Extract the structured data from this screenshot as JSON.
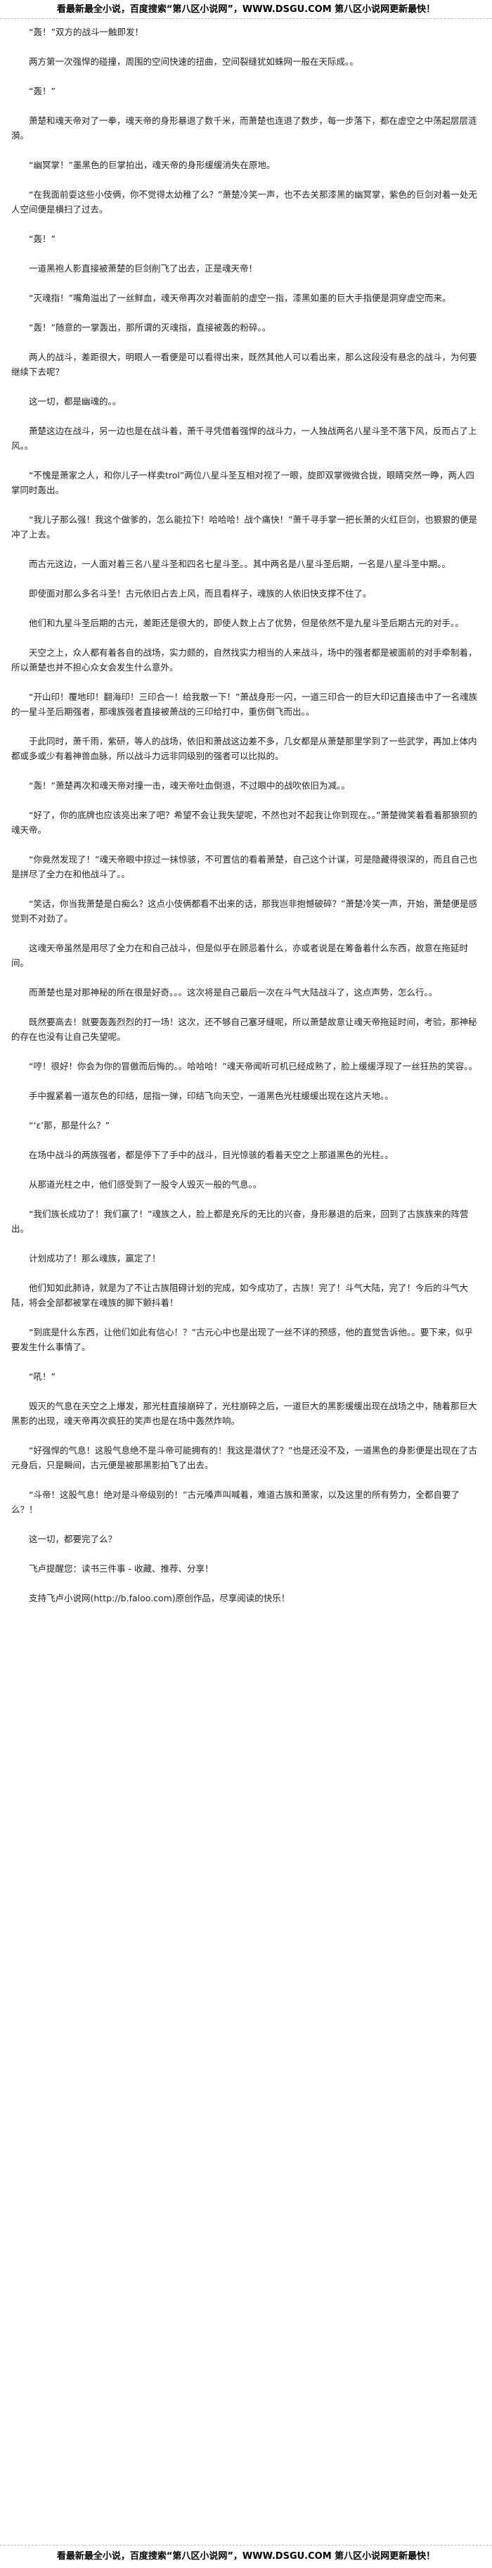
{
  "banner": {
    "top": "看最新最全小说，百度搜索“第八区小说网”，WWW.DSGU.COM 第八区小说网更新最快！",
    "bottom": "看最新最全小说，百度搜索“第八区小说网”，WWW.DSGU.COM 第八区小说网更新最快！"
  },
  "paragraphs": [
    "“轰！”双方的战斗一触即发！",
    "两方第一次强悍的碰撞，周围的空间快速的扭曲，空间裂缝犹如蛛网一般在天际成。。",
    "“轰！”",
    "萧楚和魂天帝对了一拳，魂天帝的身形暴退了数千米，而萧楚也连退了数步，每一步落下，都在虚空之中荡起层层涟漪。",
    "“幽冥掌！”墨黑色的巨掌拍出，魂天帝的身形缓缓消失在原地。",
    "“在我面前耍这些小伎俩，你不觉得太幼稚了么？”萧楚冷笑一声，也不去关那漆黑的幽冥掌，紫色的巨剑对着一处无人空间便是横扫了过去。",
    "“轰！”",
    "一道黑袍人影直接被萧楚的巨剑削飞了出去，正是魂天帝！",
    "“灭魂指！”嘴角溢出了一丝鲜血，魂天帝再次对着面前的虚空一指，漆黑如墨的巨大手指便是洞穿虚空而来。",
    "“轰！”随意的一掌轰出，那所谓的灭魂指，直接被轰的粉碎。。",
    "两人的战斗，差距很大，明眼人一看便是可以看得出来，既然其他人可以看出来，那么这段没有悬念的战斗，为何要继续下去呢？",
    "这一切，都是幽魂的。。",
    "萧楚这边在战斗，另一边也是在战斗着，萧千寻凭借着强悍的战斗力，一人独战两名八星斗圣不落下风，反而占了上风。。",
    "“不愧是萧家之人，和你儿子一样卖trol”两位八星斗圣互相对视了一眼，旋即双掌微微合拢，眼睛突然一睁，两人四掌同时轰出。",
    "“我儿子那么强！我这个做爹的，怎么能拉下！哈哈哈！战个痛快！”萧千寻手掌一把长萧的火红巨剑，也狠狠的便是冲了上去。",
    "而古元这边，一人面对着三名八星斗圣和四名七星斗圣。。其中两名是八星斗圣后期，一名是八星斗圣中期。。",
    "即使面对那么多名斗圣！古元依旧占去上风，而且看样子，魂族的人依旧快支撑不住了。",
    "他们和九星斗圣后期的古元，差距还是很大的，即使人数上占了优势，但是依然不是九星斗圣后期古元的对手。。",
    "天空之上，众人都有着各自的战场，实力颇的，自然找实力相当的人来战斗，场中的强者都是被面前的对手牵制着，所以萧楚也并不担心众女会发生什么意外。",
    "“开山印！覆地印！翻海印！三印合一！给我散一下！”萧战身形一闪，一道三印合一的巨大印记直接击中了一名魂族的一星斗圣后期强者，那魂族强者直接被萧战的三印给打中，重伤倒飞而出。。",
    "于此同时，萧千雨，紫研，等人的战场，依旧和萧战这边差不多，几女都是从萧楚那里学到了一些武学，再加上体内都或多或少有着神兽血脉，所以战斗力远非同级别的强者可以比拟的。",
    "“轰！”萧楚再次和魂天帝对撞一击，魂天帝吐血倒退，不过眼中的战吹依旧为减。。",
    "“好了，你的底牌也应该亮出来了吧？希望不会让我失望呢，不然也对不起我让你到现在。。”萧楚微笑着看着那狼狈的魂天帝。",
    "“你竟然发现了！”魂天帝眼中掠过一抹惊骇，不可置信的看着萧楚，自己这个计谋，可是隐藏得很深的，而且自己也是拼尽了全力在和他战斗了。。",
    "“笑话，你当我萧楚是白痴么？这点小伎俩都看不出来的话，那我岂非抱憾破碎？”萧楚冷笑一声，开始，萧楚便是感觉到不对劲了。",
    "这魂天帝虽然是用尽了全力在和自己战斗，但是似乎在顾忌着什么，亦或者说是在筹备着什么东西，故意在拖延时间。",
    "而萧楚也是对那神秘的所在很是好奇。。。这次将是自己最后一次在斗气大陆战斗了，这点声势，怎么行。。",
    "既然要高去！就要轰轰烈烈的打一场！这次，还不够自己塞牙缝呢，所以萧楚故意让魂天帝拖延时间，考验，那神秘的存在也没有让自己失望呢。",
    "“哼！很好！你会为你的冒傲而后悔的。。哈哈哈！”魂天帝闻听可机已经成熟了，脸上缓缓浮现了一丝狂热的笑容。。",
    "手中握紧着一道灰色的印结，屈指一弹，印结飞向天空，一道黑色光柱缓缓出现在这片天地。。",
    "“‘ε’那，那是什么？”",
    "在场中战斗的两族强者，都是停下了手中的战斗，目光惊骇的看着天空之上那道黑色的光柱。。",
    "从那道光柱之中，他们感受到了一股令人毁灭一般的气息。。",
    "“我们族长成功了！我们赢了！”魂族之人，脸上都是充斥的无比的兴奋，身形暴退的后来，回到了古族族来的阵营出。",
    "计划成功了！那么魂族，赢定了！",
    "他们知如此肺诗，就是为了不让古族阻碍计划的完成，如今成功了，古族！完了！斗气大陆，完了！今后的斗气大陆，将会全部都被掌在魂族的脚下颤抖着！",
    "“到底是什么东西，让他们如此有信心！？”古元心中也是出现了一丝不详的预感，他的直觉告诉他。。要下来，似乎要发生什么事情了。",
    "“吼！”",
    "毁灭的气息在天空之上爆发，那光柱直接崩碎了，光柱崩碎之后，一道巨大的黑影缓缓出现在战场之中，随着那巨大黑影的出现，魂天帝再次疯狂的笑声也是在场中轰然炸响。",
    "“好强悍的气息！这股气息绝不是斗帝可能拥有的！我这是潜伏了？”也是还没不及，一道黑色的身影便是出现在了古元身后，只是瞬间，古元便是被那黑影拍飞了出去。",
    "“斗帝！这股气息！绝对是斗帝级别的！”古元嗓声叫喊着，难道古族和萧家，以及这里的所有势力，全都自要了么？！",
    "这一切，都要完了么？",
    "飞卢提醒您：读书三件事 - 收藏、推荐、分享！",
    "支持飞卢小说网(http://b.faloo.com)原创作品，尽享阅读的快乐！"
  ]
}
